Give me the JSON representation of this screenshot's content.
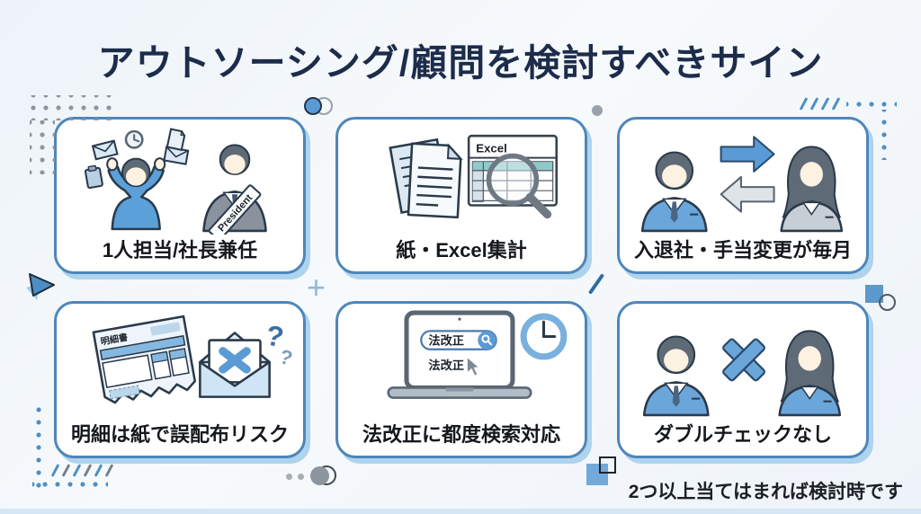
{
  "page": {
    "title": "アウトソーシング/顧問を検討すべきサイン",
    "footer_note": "2つ以上当てはまれば検討時です"
  },
  "cards": [
    {
      "label": "1人担当/社長兼任",
      "illustration": {
        "sash_text": "President"
      }
    },
    {
      "label": "紙・Excel集計",
      "illustration": {
        "sheet_title": "Excel"
      }
    },
    {
      "label": "入退社・手当変更が毎月"
    },
    {
      "label": "明細は紙で誤配布リスク",
      "illustration": {
        "doc_title": "明細書",
        "question_mark": "?"
      }
    },
    {
      "label": "法改正に都度検索対応",
      "illustration": {
        "search_query": "法改正",
        "suggestion": "法改正"
      }
    },
    {
      "label": "ダブルチェックなし"
    }
  ],
  "decorations": {
    "plus": "+"
  },
  "colors": {
    "title": "#1d2c4b",
    "card_border": "#4e86ba",
    "card_shadow": "#aed3ec",
    "accent_blue": "#5b9bd5",
    "decor_blue": "#4d8fc4",
    "decor_gray": "#8d959f",
    "teal_cell": "#8fc9c9"
  }
}
